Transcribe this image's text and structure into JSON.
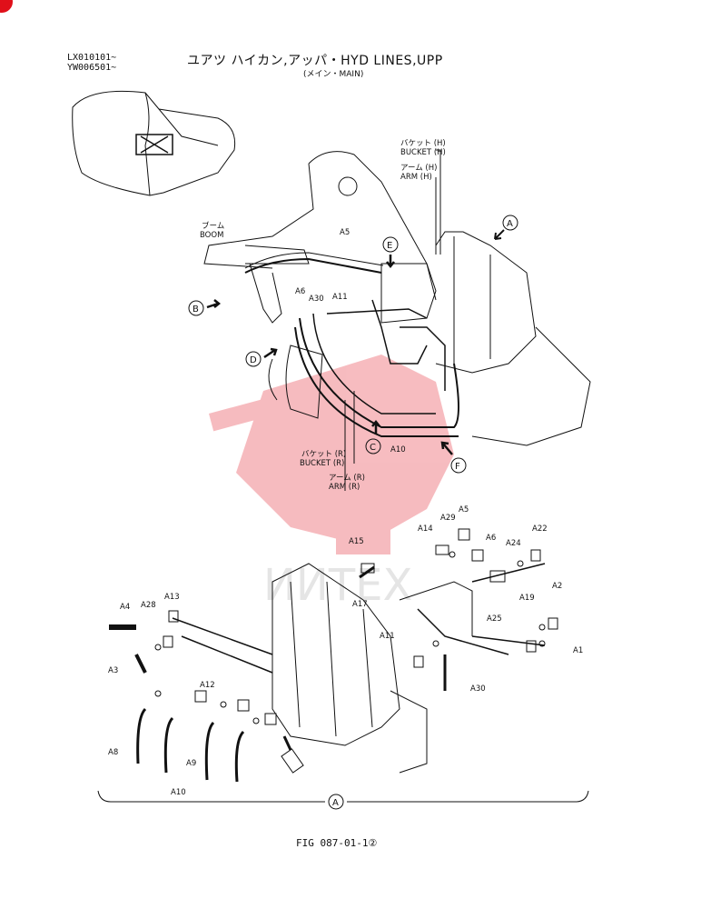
{
  "header": {
    "serial_range": [
      "LX010101~",
      "YW006501~"
    ],
    "title": "ユアツ ハイカン,アッパ・HYD LINES,UPP",
    "subtitle": "(メイン・MAIN)"
  },
  "callouts": {
    "top_diagram": [
      {
        "text": "バケット (H)",
        "sub": "BUCKET (H)"
      },
      {
        "text": "アーム (H)",
        "sub": "ARM (H)"
      },
      {
        "text": "ブーム",
        "sub": "BOOM"
      },
      {
        "text": "バケット (R)",
        "sub": "BUCKET (R)"
      },
      {
        "text": "アーム (R)",
        "sub": "ARM (R)"
      }
    ],
    "view_markers": [
      "A",
      "B",
      "C",
      "D",
      "E",
      "F"
    ],
    "bottom_view": "A"
  },
  "part_labels_top": [
    "A5",
    "A6",
    "A30",
    "A11",
    "A10"
  ],
  "part_labels_bottom": [
    "A1",
    "A2",
    "A3",
    "A4",
    "A5",
    "A6",
    "A8",
    "A9",
    "A10",
    "A11",
    "A12",
    "A13",
    "A14",
    "A15",
    "A17",
    "A19",
    "A22",
    "A24",
    "A25",
    "A28",
    "A29",
    "A30"
  ],
  "watermark": "ИИТЕХ",
  "footer": {
    "figure": "FIG 087-01-1②"
  },
  "colors": {
    "ink": "#111111",
    "watermark_red": "#e8404a",
    "corner_red": "#e0101a"
  }
}
